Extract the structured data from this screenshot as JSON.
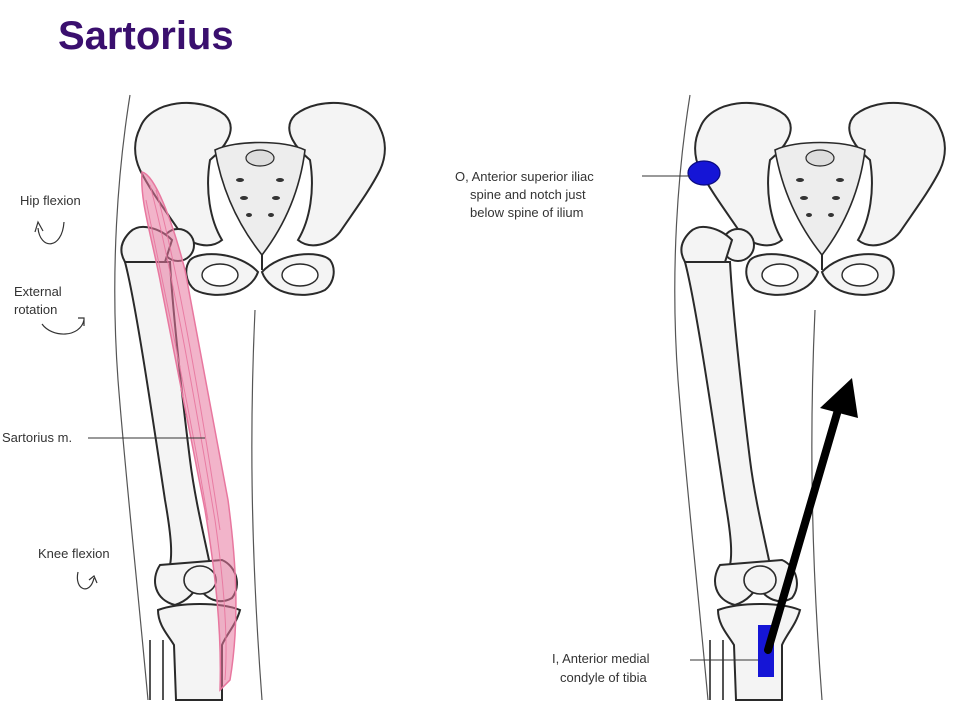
{
  "title": "Sartorius",
  "colors": {
    "title": "#3a0f6e",
    "bone_stroke": "#2a2a2a",
    "bone_fill": "#f4f4f4",
    "muscle": "#e8779f",
    "origin_marker": "#1515d6",
    "insertion_marker": "#1515d6",
    "arrow": "#000000"
  },
  "left_panel": {
    "actions": [
      "Hip flexion",
      "External rotation",
      "Knee flexion"
    ],
    "labels": {
      "hip_flexion": "Hip flexion",
      "external_rotation_1": "External",
      "external_rotation_2": "rotation",
      "muscle": "Sartorius m.",
      "knee_flexion": "Knee flexion"
    }
  },
  "right_panel": {
    "origin": [
      "O, Anterior superior iliac",
      "spine and notch just",
      "below spine of ilium"
    ],
    "insertion": [
      "I, Anterior medial",
      "condyle of tibia"
    ]
  }
}
